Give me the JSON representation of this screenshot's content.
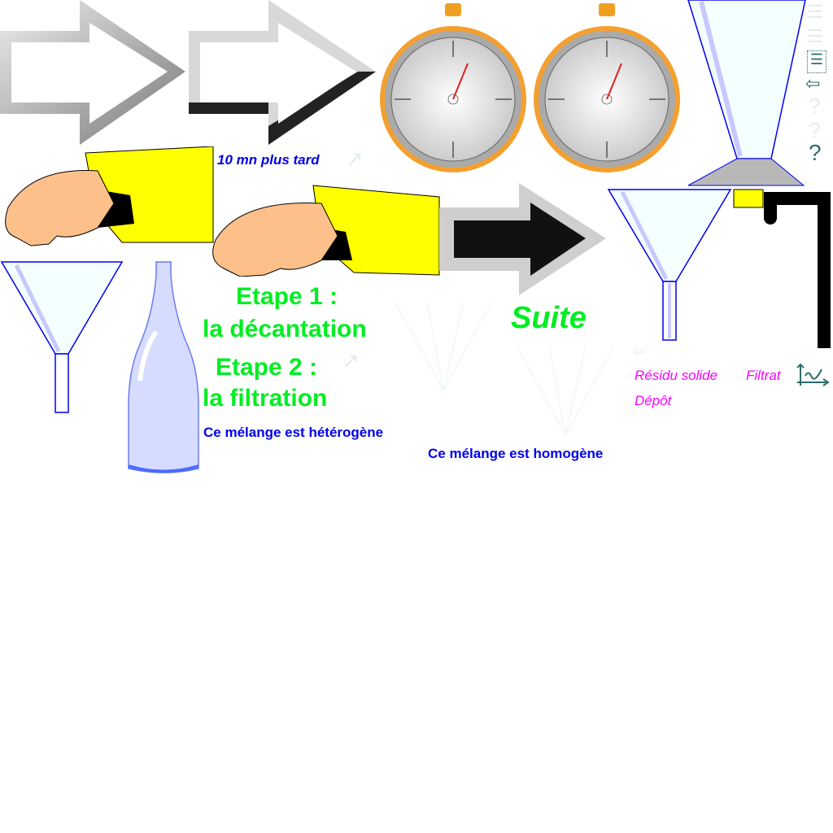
{
  "labels": {
    "later": "10 mn plus tard",
    "step1_title": "Etape 1 :",
    "step1_name": "la décantation",
    "step2_title": "Etape 2 :",
    "step2_name": "la filtration",
    "heterogeneous": "Ce mélange est  hétérogène",
    "homogeneous": "Ce mélange est homogène",
    "next": "Suite",
    "residue": "Résidu  solide",
    "filtrate": "Filtrat",
    "deposit": "Dépôt"
  },
  "icons": {
    "help": "?",
    "check_list": "checklist-icon",
    "back": "back-icon",
    "graph": "graph-icon"
  },
  "colors": {
    "green": "#00ee22",
    "blue": "#0000ee",
    "magenta": "#ff00ff",
    "icon": "#2e6b6b"
  }
}
